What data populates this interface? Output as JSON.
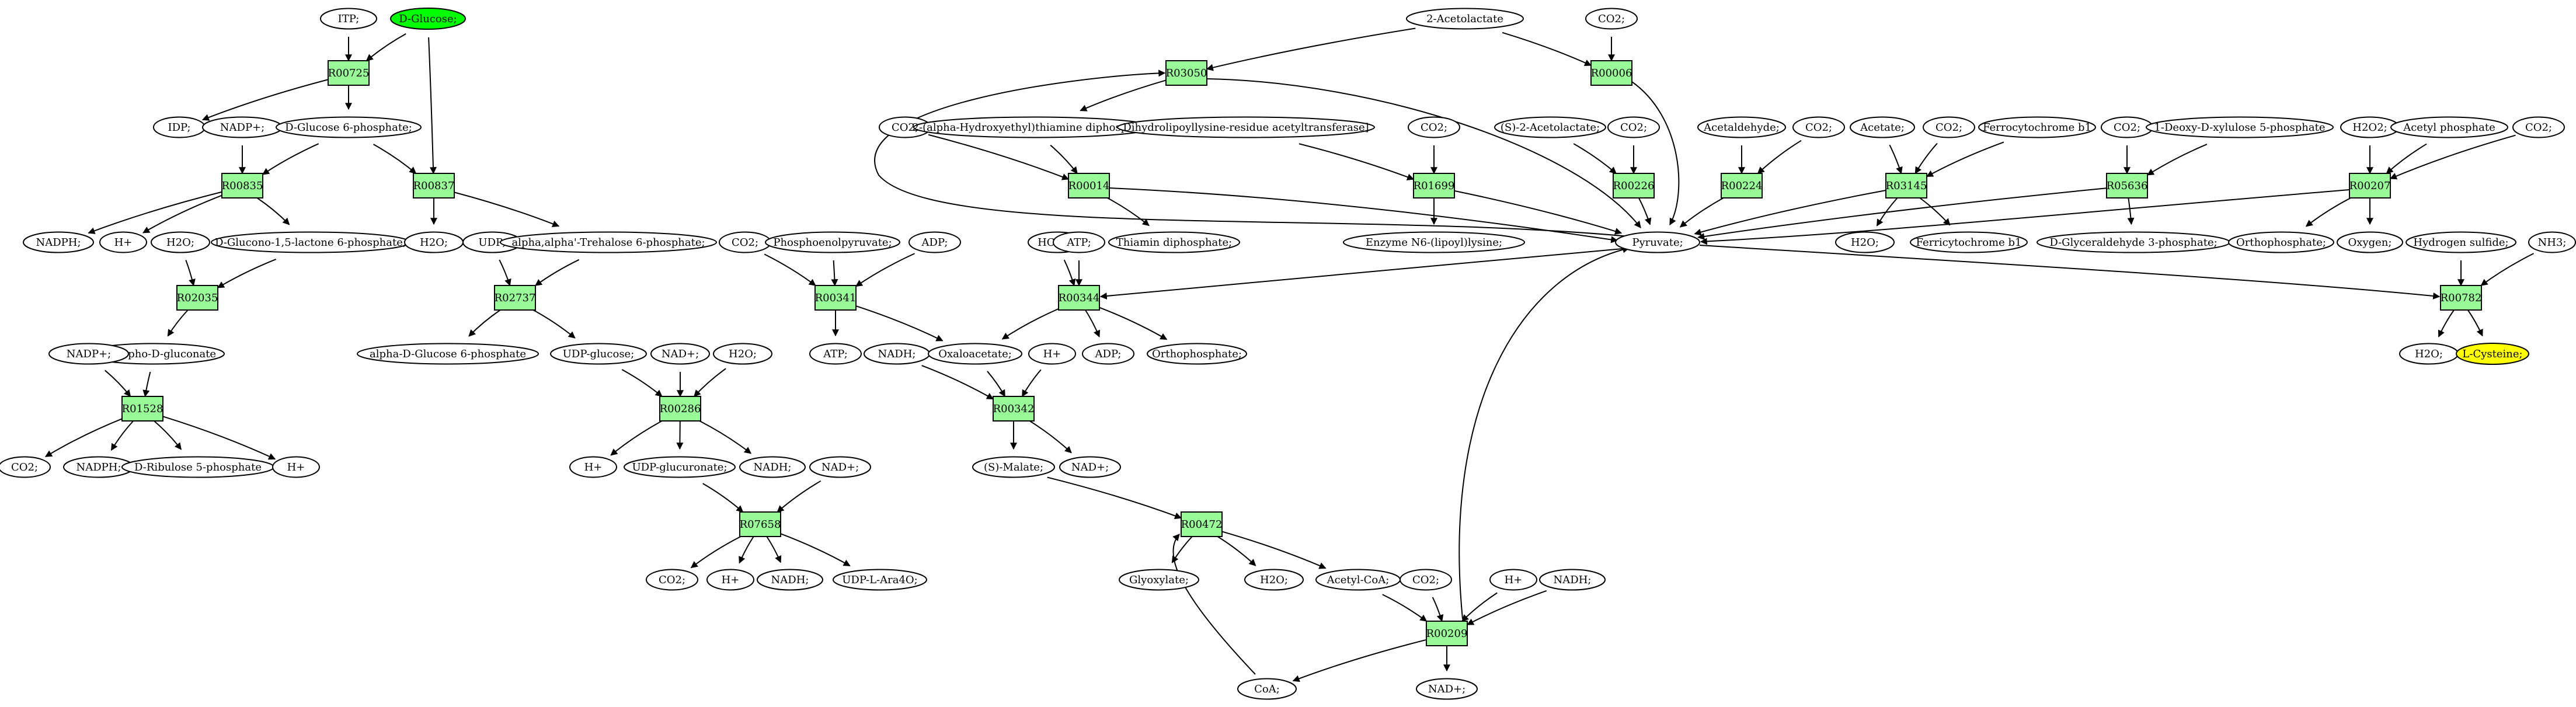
{
  "diagram": {
    "type": "metabolic-pathway-graph",
    "colors": {
      "reaction_fill": "#98fb98",
      "metabolite_fill": "#ffffff",
      "start_fill": "#00ff00",
      "target_fill": "#ffff00",
      "stroke": "#000000"
    },
    "nodes": [
      {
        "id": "itp",
        "label": "ITP;",
        "kind": "metabolite"
      },
      {
        "id": "dglucose",
        "label": "D-Glucose;",
        "kind": "start"
      },
      {
        "id": "r00725",
        "label": "R00725",
        "kind": "reaction"
      },
      {
        "id": "idp",
        "label": "IDP;",
        "kind": "metabolite"
      },
      {
        "id": "nadp1",
        "label": "NADP+;",
        "kind": "metabolite"
      },
      {
        "id": "g6p",
        "label": "D-Glucose 6-phosphate;",
        "kind": "metabolite"
      },
      {
        "id": "r00835",
        "label": "R00835",
        "kind": "reaction"
      },
      {
        "id": "r00837",
        "label": "R00837",
        "kind": "reaction"
      },
      {
        "id": "nadph1",
        "label": "NADPH;",
        "kind": "metabolite"
      },
      {
        "id": "hplus1",
        "label": "H+",
        "kind": "metabolite"
      },
      {
        "id": "h2o_a",
        "label": "H2O;",
        "kind": "metabolite"
      },
      {
        "id": "glucono",
        "label": "D-Glucono-1,5-lactone 6-phosphate;",
        "kind": "metabolite"
      },
      {
        "id": "h2o_b",
        "label": "H2O;",
        "kind": "metabolite"
      },
      {
        "id": "udp",
        "label": "UDP;",
        "kind": "metabolite"
      },
      {
        "id": "trehalose6p",
        "label": "alpha,alpha'-Trehalose 6-phosphate;",
        "kind": "metabolite"
      },
      {
        "id": "r02035",
        "label": "R02035",
        "kind": "reaction"
      },
      {
        "id": "r02737",
        "label": "R02737",
        "kind": "reaction"
      },
      {
        "id": "pgluconate",
        "label": "6-Phospho-D-gluconate",
        "kind": "metabolite"
      },
      {
        "id": "nadp2",
        "label": "NADP+;",
        "kind": "metabolite"
      },
      {
        "id": "r01528",
        "label": "R01528",
        "kind": "reaction"
      },
      {
        "id": "co2_r1528",
        "label": "CO2;",
        "kind": "metabolite"
      },
      {
        "id": "nadph2",
        "label": "NADPH;",
        "kind": "metabolite"
      },
      {
        "id": "ribulose",
        "label": "D-Ribulose 5-phosphate",
        "kind": "metabolite"
      },
      {
        "id": "hplus2",
        "label": "H+",
        "kind": "metabolite"
      },
      {
        "id": "alphag6p",
        "label": "alpha-D-Glucose 6-phosphate",
        "kind": "metabolite"
      },
      {
        "id": "udpglucose",
        "label": "UDP-glucose;",
        "kind": "metabolite"
      },
      {
        "id": "nad_r286",
        "label": "NAD+;",
        "kind": "metabolite"
      },
      {
        "id": "h2o_r286",
        "label": "H2O;",
        "kind": "metabolite"
      },
      {
        "id": "r00286",
        "label": "R00286",
        "kind": "reaction"
      },
      {
        "id": "hplus3",
        "label": "H+",
        "kind": "metabolite"
      },
      {
        "id": "udpglucuronate",
        "label": "UDP-glucuronate;",
        "kind": "metabolite"
      },
      {
        "id": "nadh_r286",
        "label": "NADH;",
        "kind": "metabolite"
      },
      {
        "id": "nad_r7658",
        "label": "NAD+;",
        "kind": "metabolite"
      },
      {
        "id": "r07658",
        "label": "R07658",
        "kind": "reaction"
      },
      {
        "id": "co2_r7658",
        "label": "CO2;",
        "kind": "metabolite"
      },
      {
        "id": "hplus4",
        "label": "H+",
        "kind": "metabolite"
      },
      {
        "id": "nadh_r7658",
        "label": "NADH;",
        "kind": "metabolite"
      },
      {
        "id": "udpara",
        "label": "UDP-L-Ara4O;",
        "kind": "metabolite"
      },
      {
        "id": "acetolactate",
        "label": "2-Acetolactate",
        "kind": "metabolite"
      },
      {
        "id": "co2_r6",
        "label": "CO2;",
        "kind": "metabolite"
      },
      {
        "id": "r03050",
        "label": "R03050",
        "kind": "reaction"
      },
      {
        "id": "r00006",
        "label": "R00006",
        "kind": "reaction"
      },
      {
        "id": "co2_r14",
        "label": "CO2;",
        "kind": "metabolite"
      },
      {
        "id": "hydroxyethyl",
        "label": "2-(alpha-Hydroxyethyl)thiamine diphosphate;",
        "kind": "metabolite"
      },
      {
        "id": "dihydrolipoyl",
        "label": "Dihydrolipoyllysine-residue acetyltransferase]",
        "kind": "metabolite"
      },
      {
        "id": "co2_r1699",
        "label": "CO2;",
        "kind": "metabolite"
      },
      {
        "id": "sacetolactate",
        "label": "(S)-2-Acetolactate;",
        "kind": "metabolite"
      },
      {
        "id": "co2_r226",
        "label": "CO2;",
        "kind": "metabolite"
      },
      {
        "id": "acetaldehyde",
        "label": "Acetaldehyde;",
        "kind": "metabolite"
      },
      {
        "id": "co2_r224",
        "label": "CO2;",
        "kind": "metabolite"
      },
      {
        "id": "acetate",
        "label": "Acetate;",
        "kind": "metabolite"
      },
      {
        "id": "co2_r3145",
        "label": "CO2;",
        "kind": "metabolite"
      },
      {
        "id": "ferrocyt",
        "label": "Ferrocytochrome b1",
        "kind": "metabolite"
      },
      {
        "id": "co2_r5636",
        "label": "CO2;",
        "kind": "metabolite"
      },
      {
        "id": "deoxyxylulose",
        "label": "1-Deoxy-D-xylulose 5-phosphate",
        "kind": "metabolite"
      },
      {
        "id": "h2o2",
        "label": "H2O2;",
        "kind": "metabolite"
      },
      {
        "id": "acetylp",
        "label": "Acetyl phosphate",
        "kind": "metabolite"
      },
      {
        "id": "co2_r207",
        "label": "CO2;",
        "kind": "metabolite"
      },
      {
        "id": "r00014",
        "label": "R00014",
        "kind": "reaction"
      },
      {
        "id": "r01699",
        "label": "R01699",
        "kind": "reaction"
      },
      {
        "id": "r00226",
        "label": "R00226",
        "kind": "reaction"
      },
      {
        "id": "r00224",
        "label": "R00224",
        "kind": "reaction"
      },
      {
        "id": "r03145",
        "label": "R03145",
        "kind": "reaction"
      },
      {
        "id": "r05636",
        "label": "R05636",
        "kind": "reaction"
      },
      {
        "id": "r00207",
        "label": "R00207",
        "kind": "reaction"
      },
      {
        "id": "thiamin",
        "label": "Thiamin diphosphate;",
        "kind": "metabolite"
      },
      {
        "id": "enzyme",
        "label": "Enzyme N6-(lipoyl)lysine;",
        "kind": "metabolite"
      },
      {
        "id": "pyruvate",
        "label": "Pyruvate;",
        "kind": "metabolite"
      },
      {
        "id": "h2o_r3145",
        "label": "H2O;",
        "kind": "metabolite"
      },
      {
        "id": "ferricyt",
        "label": "Ferricytochrome b1",
        "kind": "metabolite"
      },
      {
        "id": "gap",
        "label": "D-Glyceraldehyde 3-phosphate;",
        "kind": "metabolite"
      },
      {
        "id": "ortho_r207",
        "label": "Orthophosphate;",
        "kind": "metabolite"
      },
      {
        "id": "oxygen",
        "label": "Oxygen;",
        "kind": "metabolite"
      },
      {
        "id": "h2s",
        "label": "Hydrogen sulfide;",
        "kind": "metabolite"
      },
      {
        "id": "nh3",
        "label": "NH3;",
        "kind": "metabolite"
      },
      {
        "id": "r00782",
        "label": "R00782",
        "kind": "reaction"
      },
      {
        "id": "h2o_r782",
        "label": "H2O;",
        "kind": "metabolite"
      },
      {
        "id": "lcysteine",
        "label": "L-Cysteine;",
        "kind": "target"
      },
      {
        "id": "co2_r341",
        "label": "CO2;",
        "kind": "metabolite"
      },
      {
        "id": "pep",
        "label": "Phosphoenolpyruvate;",
        "kind": "metabolite"
      },
      {
        "id": "adp_r341",
        "label": "ADP;",
        "kind": "metabolite"
      },
      {
        "id": "hco3",
        "label": "HCO3-;",
        "kind": "metabolite"
      },
      {
        "id": "atp_r344",
        "label": "ATP;",
        "kind": "metabolite"
      },
      {
        "id": "r00341",
        "label": "R00341",
        "kind": "reaction"
      },
      {
        "id": "r00344",
        "label": "R00344",
        "kind": "reaction"
      },
      {
        "id": "atp_r341",
        "label": "ATP;",
        "kind": "metabolite"
      },
      {
        "id": "nadh_r342",
        "label": "NADH;",
        "kind": "metabolite"
      },
      {
        "id": "oxaloacetate",
        "label": "Oxaloacetate;",
        "kind": "metabolite"
      },
      {
        "id": "hplus_r342",
        "label": "H+",
        "kind": "metabolite"
      },
      {
        "id": "adp_r344",
        "label": "ADP;",
        "kind": "metabolite"
      },
      {
        "id": "ortho_r344",
        "label": "Orthophosphate;",
        "kind": "metabolite"
      },
      {
        "id": "r00342",
        "label": "R00342",
        "kind": "reaction"
      },
      {
        "id": "smalate",
        "label": "(S)-Malate;",
        "kind": "metabolite"
      },
      {
        "id": "nad_r342",
        "label": "NAD+;",
        "kind": "metabolite"
      },
      {
        "id": "r00472",
        "label": "R00472",
        "kind": "reaction"
      },
      {
        "id": "glyoxylate",
        "label": "Glyoxylate;",
        "kind": "metabolite"
      },
      {
        "id": "h2o_r472",
        "label": "H2O;",
        "kind": "metabolite"
      },
      {
        "id": "acetylcoa",
        "label": "Acetyl-CoA;",
        "kind": "metabolite"
      },
      {
        "id": "co2_r209",
        "label": "CO2;",
        "kind": "metabolite"
      },
      {
        "id": "hplus_r209",
        "label": "H+",
        "kind": "metabolite"
      },
      {
        "id": "nadh_r209",
        "label": "NADH;",
        "kind": "metabolite"
      },
      {
        "id": "r00209",
        "label": "R00209",
        "kind": "reaction"
      },
      {
        "id": "coa",
        "label": "CoA;",
        "kind": "metabolite"
      },
      {
        "id": "nad_r209",
        "label": "NAD+;",
        "kind": "metabolite"
      }
    ],
    "edges": [
      [
        "itp",
        "r00725"
      ],
      [
        "dglucose",
        "r00725"
      ],
      [
        "dglucose",
        "r00837"
      ],
      [
        "r00725",
        "idp"
      ],
      [
        "r00725",
        "g6p"
      ],
      [
        "nadp1",
        "r00835"
      ],
      [
        "g6p",
        "r00835"
      ],
      [
        "g6p",
        "r00837"
      ],
      [
        "r00835",
        "nadph1"
      ],
      [
        "r00835",
        "hplus1"
      ],
      [
        "r00835",
        "glucono"
      ],
      [
        "r00837",
        "h2o_b"
      ],
      [
        "r00837",
        "trehalose6p"
      ],
      [
        "h2o_a",
        "r02035"
      ],
      [
        "glucono",
        "r02035"
      ],
      [
        "r02035",
        "pgluconate"
      ],
      [
        "udp",
        "r02737"
      ],
      [
        "trehalose6p",
        "r02737"
      ],
      [
        "r02737",
        "alphag6p"
      ],
      [
        "r02737",
        "udpglucose"
      ],
      [
        "nadp2",
        "r01528"
      ],
      [
        "pgluconate",
        "r01528"
      ],
      [
        "r01528",
        "co2_r1528"
      ],
      [
        "r01528",
        "nadph2"
      ],
      [
        "r01528",
        "ribulose"
      ],
      [
        "r01528",
        "hplus2"
      ],
      [
        "udpglucose",
        "r00286"
      ],
      [
        "nad_r286",
        "r00286"
      ],
      [
        "h2o_r286",
        "r00286"
      ],
      [
        "r00286",
        "hplus3"
      ],
      [
        "r00286",
        "udpglucuronate"
      ],
      [
        "r00286",
        "nadh_r286"
      ],
      [
        "udpglucuronate",
        "r07658"
      ],
      [
        "nad_r7658",
        "r07658"
      ],
      [
        "r07658",
        "co2_r7658"
      ],
      [
        "r07658",
        "hplus4"
      ],
      [
        "r07658",
        "nadh_r7658"
      ],
      [
        "r07658",
        "udpara"
      ],
      [
        "acetolactate",
        "r03050"
      ],
      [
        "acetolactate",
        "r00006"
      ],
      [
        "co2_r6",
        "r00006"
      ],
      [
        "r03050",
        "hydroxyethyl"
      ],
      [
        "r03050",
        "pyruvate"
      ],
      [
        "r00006",
        "pyruvate"
      ],
      [
        "co2_r14",
        "r00014"
      ],
      [
        "hydroxyethyl",
        "r00014"
      ],
      [
        "r00014",
        "thiamin"
      ],
      [
        "r00014",
        "pyruvate"
      ],
      [
        "dihydrolipoyl",
        "r01699"
      ],
      [
        "co2_r1699",
        "r01699"
      ],
      [
        "r01699",
        "enzyme"
      ],
      [
        "r01699",
        "pyruvate"
      ],
      [
        "sacetolactate",
        "r00226"
      ],
      [
        "co2_r226",
        "r00226"
      ],
      [
        "r00226",
        "pyruvate"
      ],
      [
        "acetaldehyde",
        "r00224"
      ],
      [
        "co2_r224",
        "r00224"
      ],
      [
        "r00224",
        "pyruvate"
      ],
      [
        "acetate",
        "r03145"
      ],
      [
        "co2_r3145",
        "r03145"
      ],
      [
        "ferrocyt",
        "r03145"
      ],
      [
        "r03145",
        "pyruvate"
      ],
      [
        "r03145",
        "h2o_r3145"
      ],
      [
        "r03145",
        "ferricyt"
      ],
      [
        "co2_r5636",
        "r05636"
      ],
      [
        "deoxyxylulose",
        "r05636"
      ],
      [
        "r05636",
        "pyruvate"
      ],
      [
        "r05636",
        "gap"
      ],
      [
        "h2o2",
        "r00207"
      ],
      [
        "acetylp",
        "r00207"
      ],
      [
        "co2_r207",
        "r00207"
      ],
      [
        "r00207",
        "pyruvate"
      ],
      [
        "r00207",
        "ortho_r207"
      ],
      [
        "r00207",
        "oxygen"
      ],
      [
        "pyruvate",
        "r00782"
      ],
      [
        "h2s",
        "r00782"
      ],
      [
        "nh3",
        "r00782"
      ],
      [
        "r00782",
        "h2o_r782"
      ],
      [
        "r00782",
        "lcysteine"
      ],
      [
        "pyruvate",
        "r00344"
      ],
      [
        "co2_r341",
        "r00341"
      ],
      [
        "pep",
        "r00341"
      ],
      [
        "adp_r341",
        "r00341"
      ],
      [
        "r00341",
        "atp_r341"
      ],
      [
        "r00341",
        "oxaloacetate"
      ],
      [
        "hco3",
        "r00344"
      ],
      [
        "atp_r344",
        "r00344"
      ],
      [
        "r00344",
        "oxaloacetate"
      ],
      [
        "r00344",
        "adp_r344"
      ],
      [
        "r00344",
        "ortho_r344"
      ],
      [
        "nadh_r342",
        "r00342"
      ],
      [
        "oxaloacetate",
        "r00342"
      ],
      [
        "hplus_r342",
        "r00342"
      ],
      [
        "r00342",
        "smalate"
      ],
      [
        "r00342",
        "nad_r342"
      ],
      [
        "smalate",
        "r00472"
      ],
      [
        "coa",
        "r00472"
      ],
      [
        "r00472",
        "glyoxylate"
      ],
      [
        "r00472",
        "h2o_r472"
      ],
      [
        "r00472",
        "acetylcoa"
      ],
      [
        "acetylcoa",
        "r00209"
      ],
      [
        "co2_r209",
        "r00209"
      ],
      [
        "hplus_r209",
        "r00209"
      ],
      [
        "nadh_r209",
        "r00209"
      ],
      [
        "r00209",
        "coa"
      ],
      [
        "r00209",
        "nad_r209"
      ],
      [
        "r00209",
        "pyruvate"
      ],
      [
        "pyruvate",
        "r03050"
      ]
    ]
  }
}
